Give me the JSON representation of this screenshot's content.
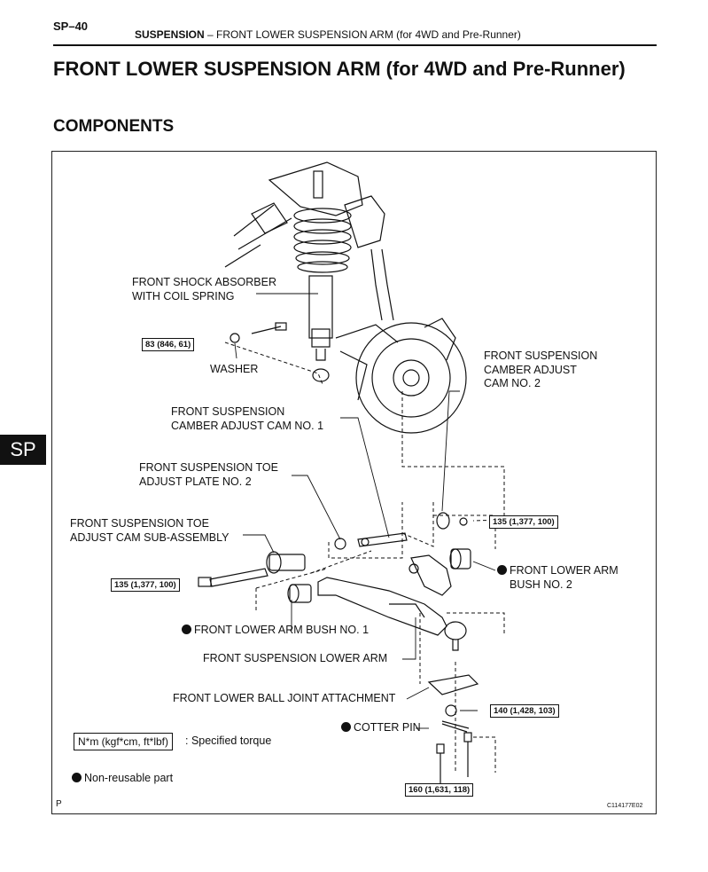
{
  "header": {
    "page_number": "SP–40",
    "section": "SUSPENSION",
    "separator": " – ",
    "topic": "FRONT LOWER SUSPENSION ARM (for 4WD and Pre-Runner)"
  },
  "title": "FRONT LOWER SUSPENSION ARM (for 4WD and Pre-Runner)",
  "subtitle": "COMPONENTS",
  "side_tab": "SP",
  "figure": {
    "labels": {
      "shock_1": "FRONT SHOCK ABSORBER",
      "shock_2": "WITH COIL SPRING",
      "washer": "WASHER",
      "cam2_1": "FRONT SUSPENSION",
      "cam2_2": "CAMBER ADJUST",
      "cam2_3": "CAM NO. 2",
      "cam1_1": "FRONT SUSPENSION",
      "cam1_2": "CAMBER ADJUST CAM NO. 1",
      "toeplate_1": "FRONT SUSPENSION TOE",
      "toeplate_2": "ADJUST PLATE NO. 2",
      "toecam_1": "FRONT SUSPENSION TOE",
      "toecam_2": "ADJUST CAM SUB-ASSEMBLY",
      "bush2_1": "FRONT LOWER ARM",
      "bush2_2": "BUSH NO. 2",
      "bush1": "FRONT LOWER ARM BUSH NO. 1",
      "lower_arm": "FRONT SUSPENSION LOWER ARM",
      "ball_joint": "FRONT LOWER BALL JOINT ATTACHMENT",
      "cotter_pin": "COTTER PIN"
    },
    "torques": {
      "t83": "83 (846, 61)",
      "t135a": "135 (1,377, 100)",
      "t135b": "135 (1,377, 100)",
      "t140": "140 (1,428, 103)",
      "t160": "160 (1,631, 118)"
    },
    "legend": {
      "unit": "N*m (kgf*cm, ft*lbf)",
      "unit_desc": ": Specified torque",
      "nonreusable": "Non-reusable part"
    },
    "corner_left": "P",
    "figure_code": "C114177E02"
  }
}
